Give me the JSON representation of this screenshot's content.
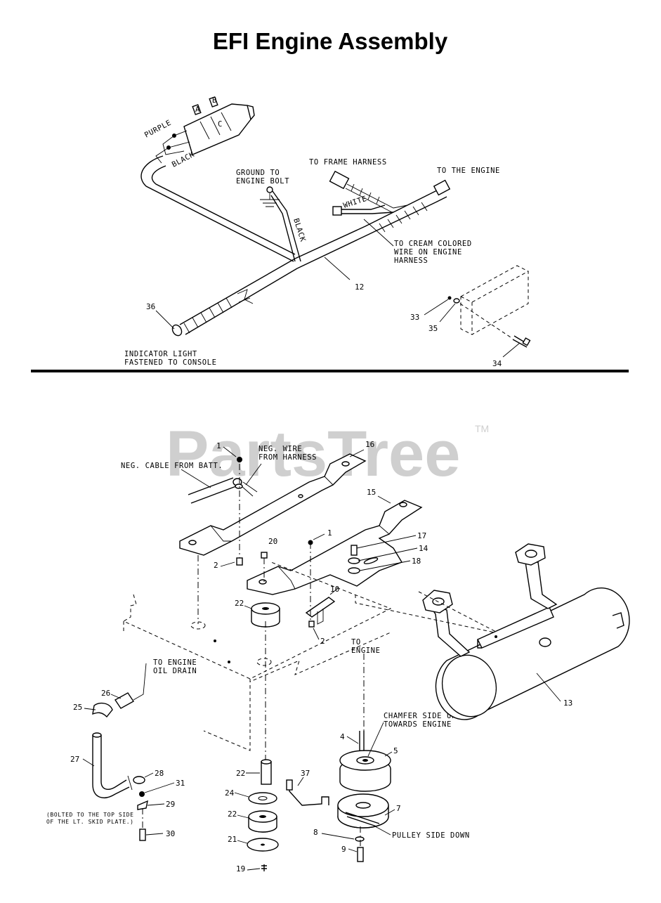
{
  "title": "EFI Engine Assembly",
  "watermark": {
    "brand": "PartsTree",
    "tm": "TM"
  },
  "harness": {
    "to_frame_harness": "TO FRAME HARNESS",
    "to_the_engine": "TO THE ENGINE",
    "ground_line1": "GROUND TO",
    "ground_line2": "ENGINE BOLT",
    "cream_line1": "TO CREAM COLORED",
    "cream_line2": "WIRE ON ENGINE",
    "cream_line3": "HARNESS",
    "indicator_line1": "INDICATOR LIGHT",
    "indicator_line2": "FASTENED TO CONSOLE",
    "wire_purple": "PURPLE",
    "wire_black_left": "BLACK",
    "wire_black_ground": "BLACK",
    "wire_white": "WHITE",
    "pin_a": "A",
    "pin_b": "B",
    "pin_c": "C",
    "part_12": "12",
    "part_36": "36",
    "part_33": "33",
    "part_35": "35",
    "part_34": "34"
  },
  "engine": {
    "neg_cable": "NEG. CABLE FROM BATT.",
    "neg_wire_line1": "NEG. WIRE",
    "neg_wire_line2": "FROM HARNESS",
    "oil_drain_line1": "TO ENGINE",
    "oil_drain_line2": "OIL DRAIN",
    "to_engine_line1": "TO",
    "to_engine_line2": "ENGINE",
    "chamfer_line1": "CHAMFER SIDE UP",
    "chamfer_line2": "TOWARDS ENGINE",
    "pulley_side_down": "PULLEY SIDE DOWN",
    "bolted_line1": "(BOLTED TO THE TOP SIDE",
    "bolted_line2": "OF THE LT. SKID PLATE.)",
    "parts": {
      "p1a": "1",
      "p1b": "1",
      "p2a": "2",
      "p2b": "2",
      "p4": "4",
      "p5": "5",
      "p7": "7",
      "p8": "8",
      "p9": "9",
      "p10": "10",
      "p13": "13",
      "p14": "14",
      "p15": "15",
      "p16": "16",
      "p17": "17",
      "p18": "18",
      "p19": "19",
      "p20": "20",
      "p21": "21",
      "p22a": "22",
      "p22b": "22",
      "p22c": "22",
      "p24": "24",
      "p25": "25",
      "p26": "26",
      "p27": "27",
      "p28": "28",
      "p29": "29",
      "p30": "30",
      "p31": "31",
      "p37": "37"
    }
  }
}
